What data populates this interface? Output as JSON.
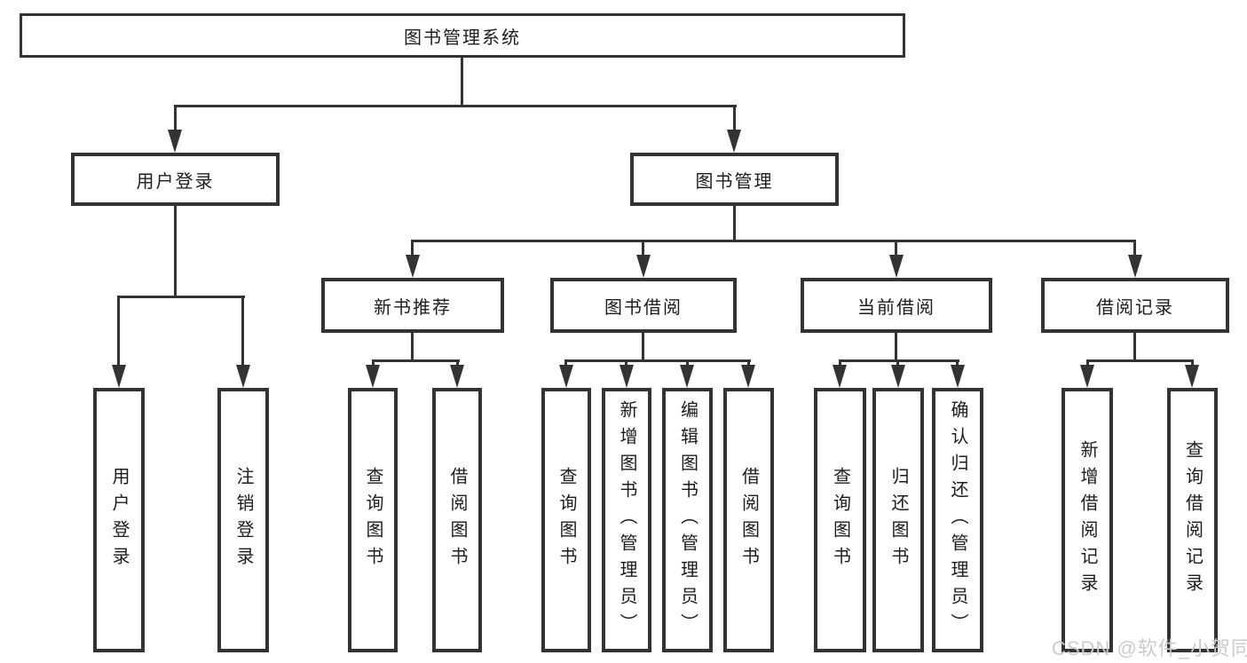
{
  "tree": {
    "label": "图书管理系统",
    "children": [
      {
        "label": "用户登录",
        "children": [
          {
            "label": "用户登录"
          },
          {
            "label": "注销登录"
          }
        ]
      },
      {
        "label": "图书管理",
        "children": [
          {
            "label": "新书推荐",
            "children": [
              {
                "label": "查询图书"
              },
              {
                "label": "借阅图书"
              }
            ]
          },
          {
            "label": "图书借阅",
            "children": [
              {
                "label": "查询图书"
              },
              {
                "label": "新增图书（管理员）"
              },
              {
                "label": "编辑图书（管理员）"
              },
              {
                "label": "借阅图书"
              }
            ]
          },
          {
            "label": "当前借阅",
            "children": [
              {
                "label": "查询图书"
              },
              {
                "label": "归还图书"
              },
              {
                "label": "确认归还（管理员）"
              }
            ]
          },
          {
            "label": "借阅记录",
            "children": [
              {
                "label": "新增借阅记录"
              },
              {
                "label": "查询借阅记录"
              }
            ]
          }
        ]
      }
    ]
  },
  "watermark": "CSDN @软件_小贺同学",
  "colors": {
    "line": "#333333",
    "text": "#1c1c1c",
    "watermark": "#cbcbcb",
    "background": "#ffffff"
  }
}
